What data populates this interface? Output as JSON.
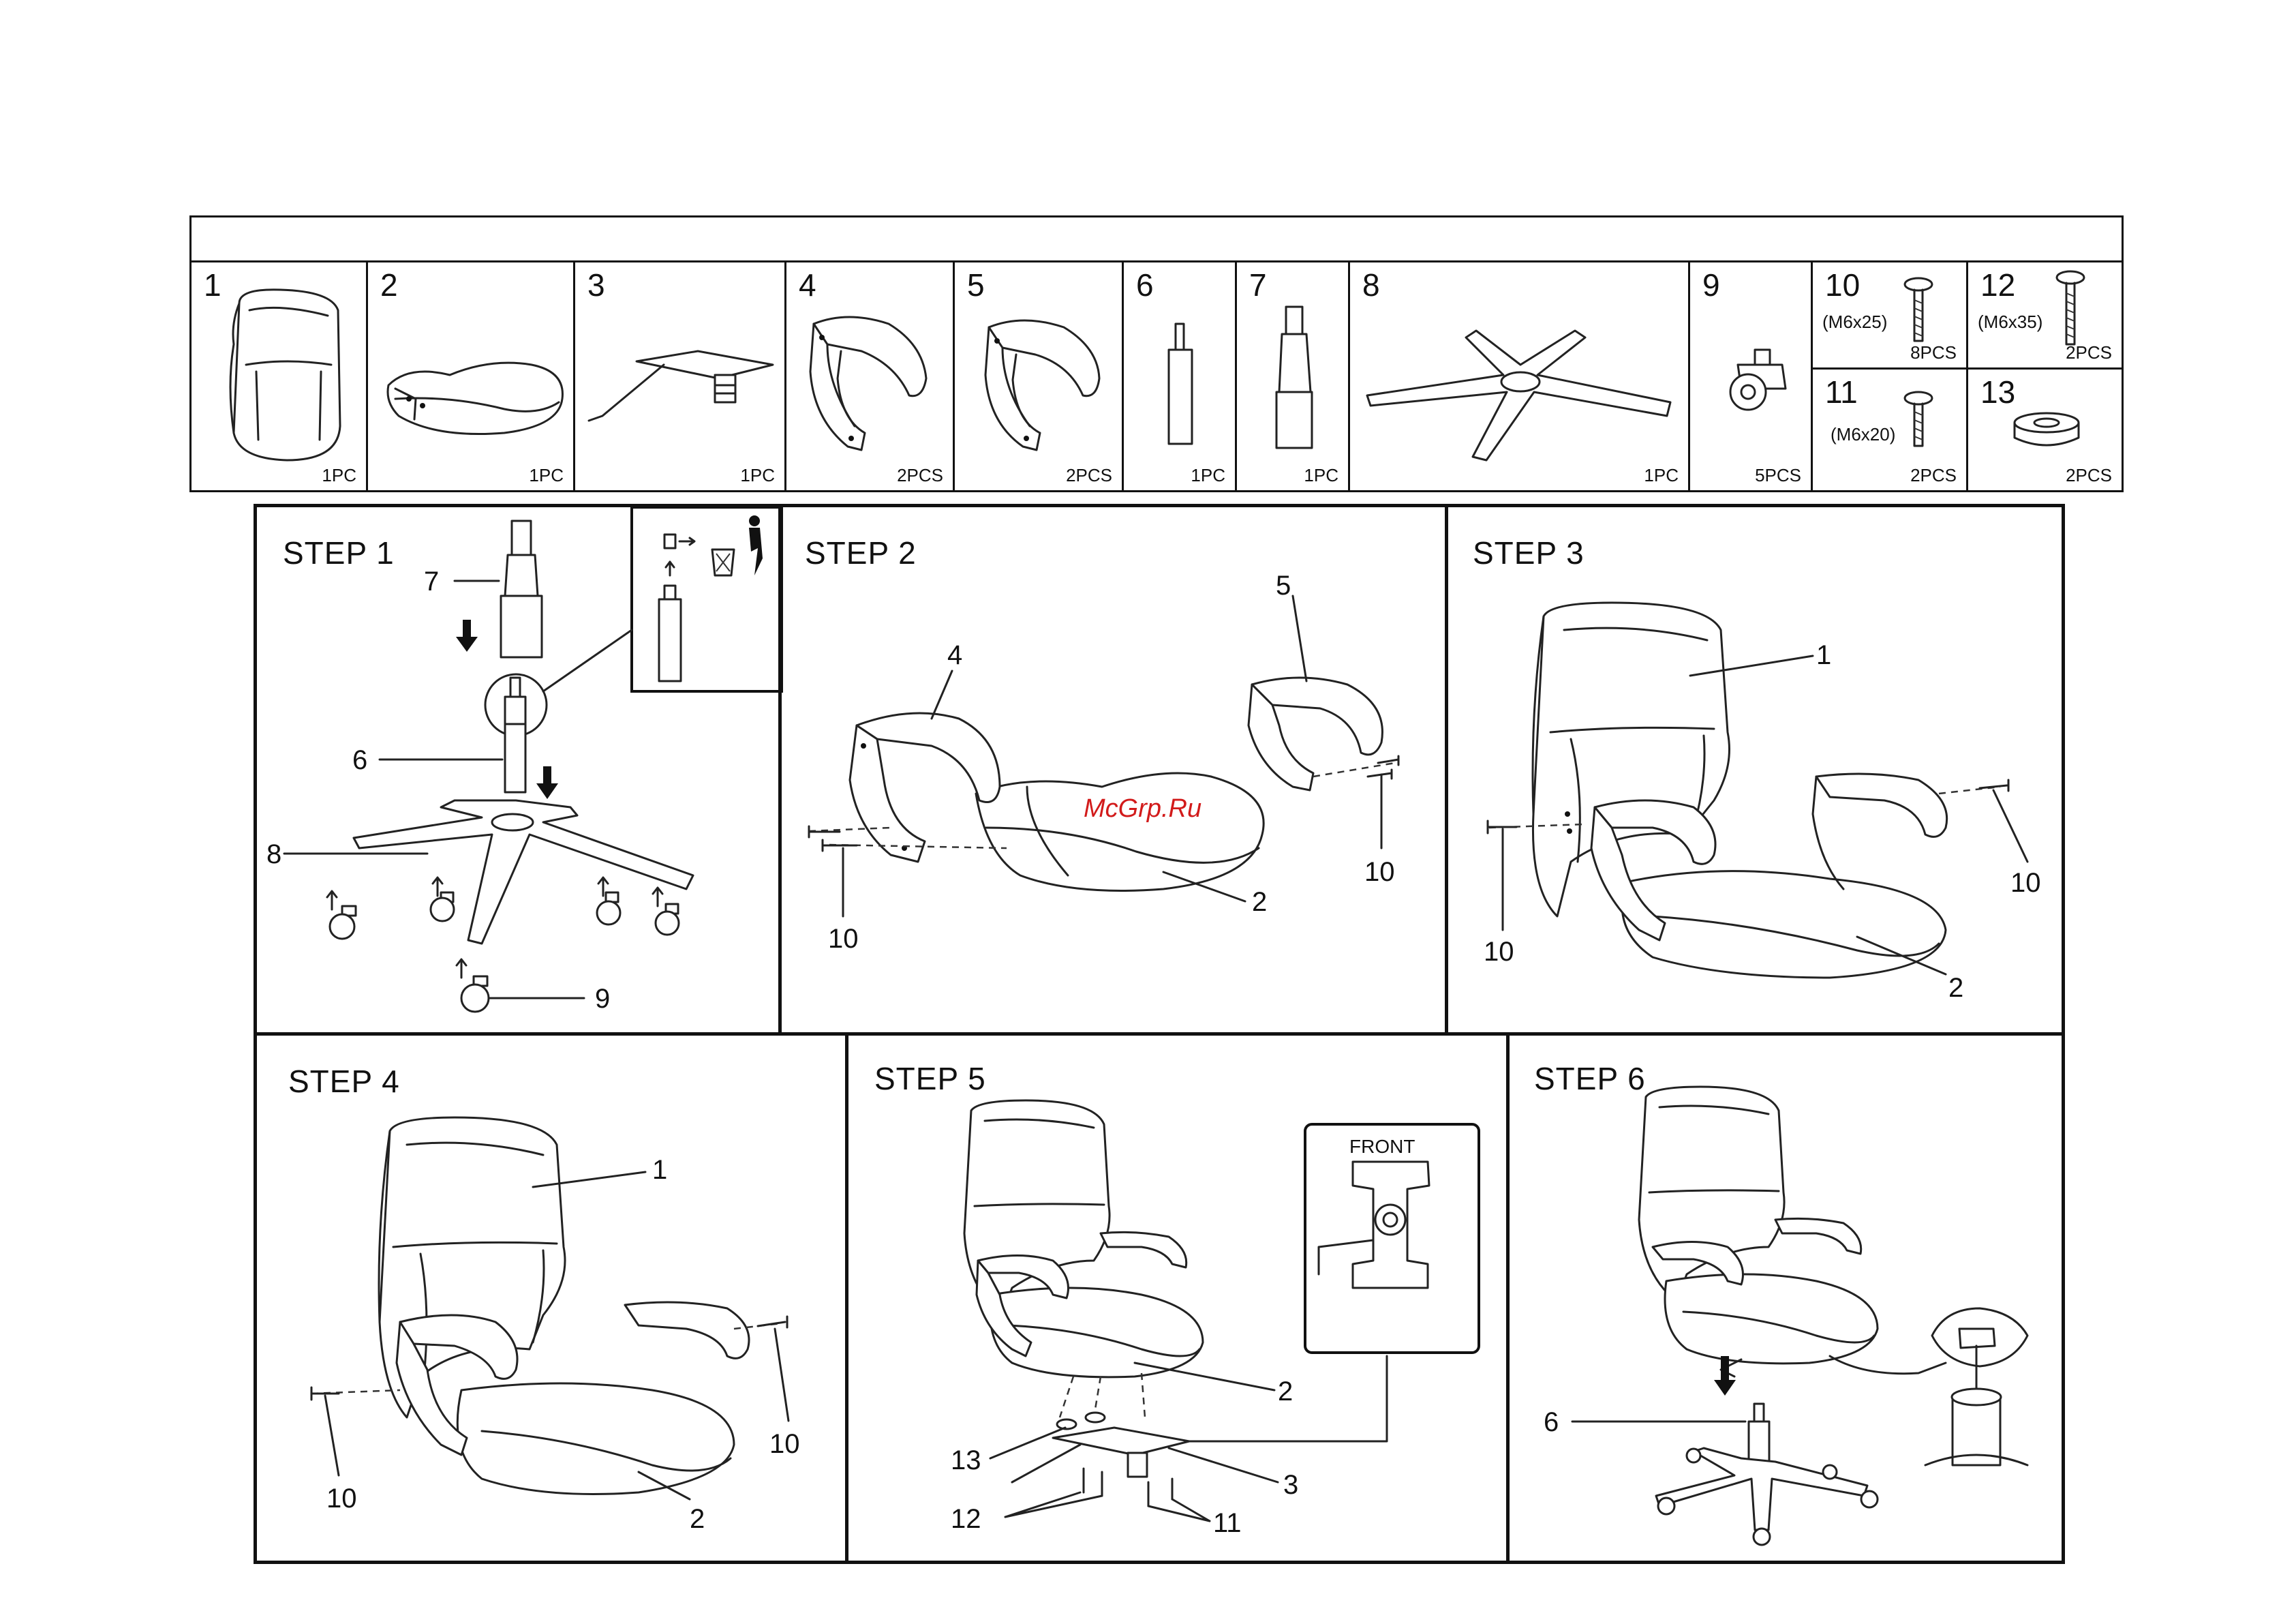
{
  "parts": [
    {
      "num": "1",
      "qty": "1PC",
      "icon": "backrest"
    },
    {
      "num": "2",
      "qty": "1PC",
      "icon": "seat"
    },
    {
      "num": "3",
      "qty": "1PC",
      "icon": "mechanism"
    },
    {
      "num": "4",
      "qty": "2PCS",
      "icon": "armrest-left"
    },
    {
      "num": "5",
      "qty": "2PCS",
      "icon": "armrest-right"
    },
    {
      "num": "6",
      "qty": "1PC",
      "icon": "gas-lift"
    },
    {
      "num": "7",
      "qty": "1PC",
      "icon": "gas-lift-cover"
    },
    {
      "num": "8",
      "qty": "1PC",
      "icon": "five-star-base"
    },
    {
      "num": "9",
      "qty": "5PCS",
      "icon": "caster"
    },
    {
      "num": "10",
      "spec": "(M6x25)",
      "qty": "8PCS",
      "icon": "screw"
    },
    {
      "num": "12",
      "spec": "(M6x35)",
      "qty": "2PCS",
      "icon": "screw-long"
    },
    {
      "num": "11",
      "spec": "(M6x20)",
      "qty": "2PCS",
      "icon": "screw-short"
    },
    {
      "num": "13",
      "qty": "2PCS",
      "icon": "washer"
    }
  ],
  "steps": [
    {
      "label": "STEP 1",
      "callouts": [
        "7",
        "6",
        "8",
        "9"
      ]
    },
    {
      "label": "STEP 2",
      "callouts": [
        "4",
        "5",
        "10",
        "10",
        "2"
      ]
    },
    {
      "label": "STEP 3",
      "callouts": [
        "1",
        "10",
        "10",
        "2"
      ]
    },
    {
      "label": "STEP 4",
      "callouts": [
        "1",
        "10",
        "10",
        "2"
      ]
    },
    {
      "label": "STEP 5",
      "callouts": [
        "2",
        "13",
        "3",
        "12",
        "11"
      ],
      "inset_label": "FRONT"
    },
    {
      "label": "STEP 6",
      "callouts": [
        "6"
      ]
    }
  ],
  "watermark": "McGrp.Ru"
}
